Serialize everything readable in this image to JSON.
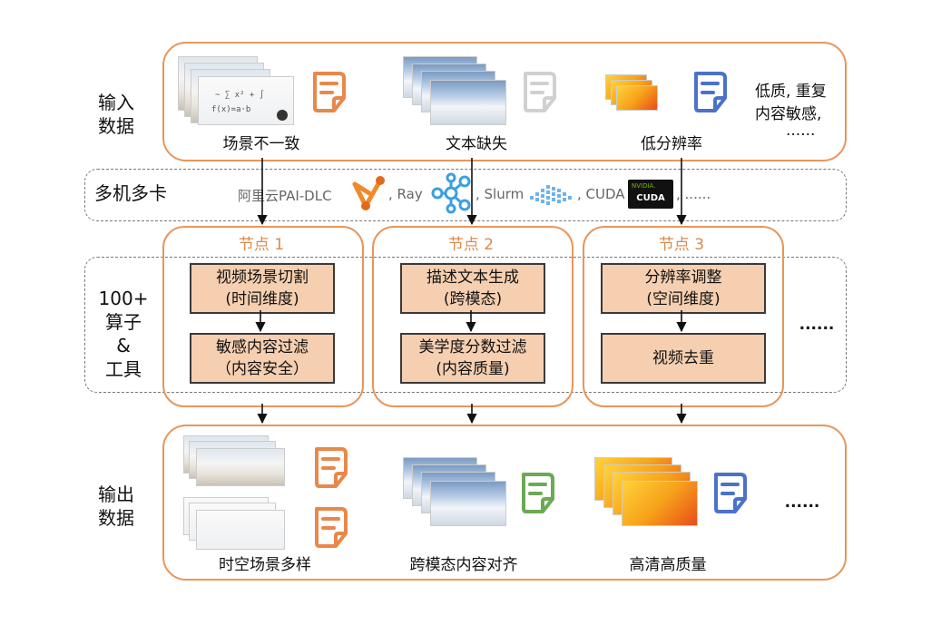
{
  "input": {
    "label": "输入\n数据",
    "captions": [
      "场景不一致",
      "文本缺失",
      "低分辨率"
    ],
    "extra_lines": [
      "低质, 重复",
      "内容敏感,",
      "......"
    ]
  },
  "multi_machine": {
    "label": "多机多卡",
    "items": [
      "阿里云PAI-DLC",
      ", Ray",
      ", Slurm",
      ", CUDA",
      ", ......"
    ],
    "nvidia_badge": [
      "NVIDIA.",
      "CUDA"
    ]
  },
  "operators": {
    "label": "100+\n算子\n&\n工具",
    "more": "......",
    "nodes": [
      {
        "title": "节点 1",
        "ops": [
          "视频场景切割\n(时间维度)",
          "敏感内容过滤\n（内容安全）"
        ]
      },
      {
        "title": "节点 2",
        "ops": [
          "描述文本生成\n(跨模态)",
          "美学度分数过滤\n(内容质量)"
        ]
      },
      {
        "title": "节点 3",
        "ops": [
          "分辨率调整\n(空间维度)",
          "视频去重"
        ]
      }
    ]
  },
  "output": {
    "label": "输出\n数据",
    "captions": [
      "时空场景多样",
      "跨模态内容对齐",
      "高清高质量"
    ],
    "more": "......"
  },
  "colors": {
    "orange": "#e8965a",
    "op_fill": "#f5cfb0",
    "doc_orange": "#e8884a",
    "doc_blue": "#4a72c8",
    "doc_green": "#6aaa55",
    "doc_gray": "#d0d0d0",
    "ray_blue": "#3aa0e0",
    "pai_orange": "#f08a2a"
  },
  "icons": [
    "document-icon",
    "pai-dlc-logo-icon",
    "ray-logo-icon",
    "slurm-logo-icon",
    "nvidia-cuda-badge-icon"
  ]
}
